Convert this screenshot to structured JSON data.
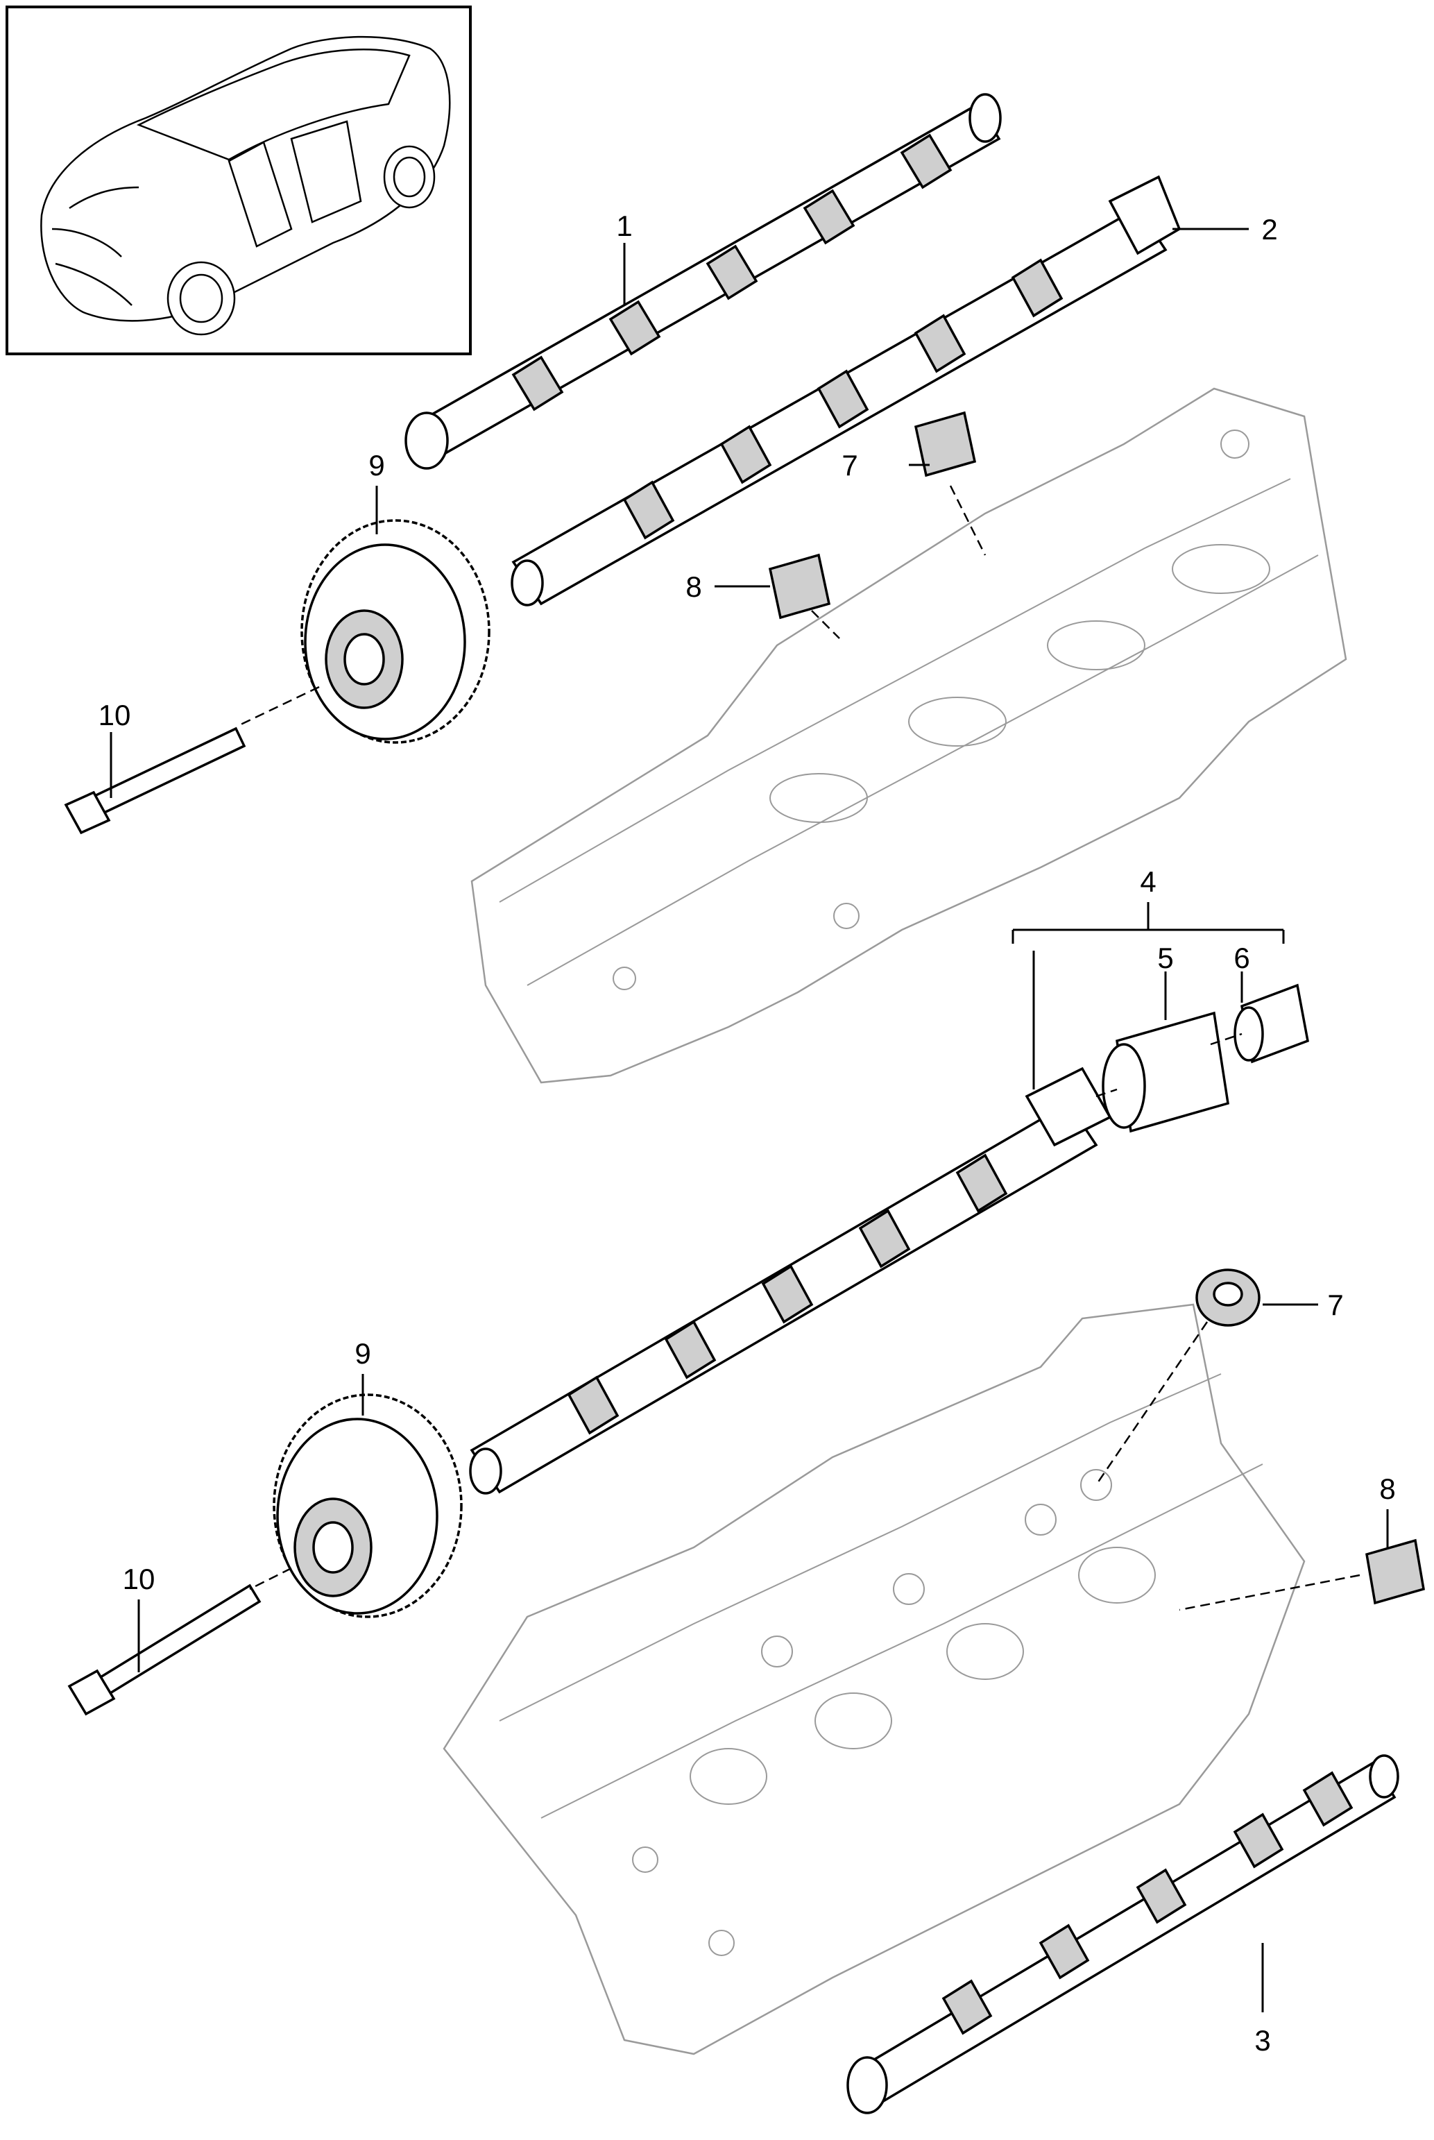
{
  "diagram": {
    "callouts": [
      {
        "id": "1"
      },
      {
        "id": "2"
      },
      {
        "id": "3"
      },
      {
        "id": "4"
      },
      {
        "id": "5"
      },
      {
        "id": "6"
      },
      {
        "id": "7"
      },
      {
        "id": "8"
      },
      {
        "id": "9"
      },
      {
        "id": "10"
      },
      {
        "id": "7"
      },
      {
        "id": "8"
      },
      {
        "id": "9"
      },
      {
        "id": "10"
      }
    ]
  },
  "icons": {
    "vehicle_thumbnail": "car-thumbnail-icon"
  },
  "colors": {
    "line": "#000000",
    "engine_outline": "#9a9a9a",
    "background": "#ffffff"
  }
}
